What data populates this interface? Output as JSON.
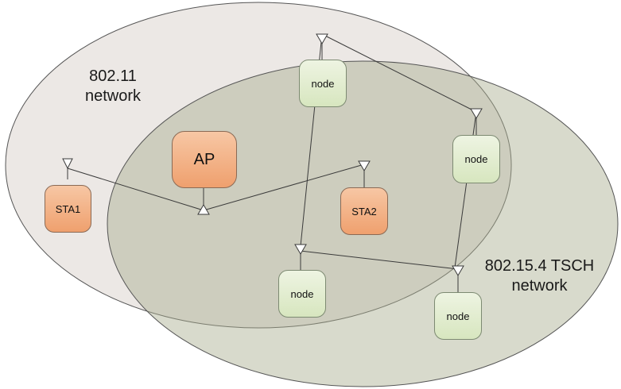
{
  "networks": {
    "wifi_label_line1": "802.11",
    "wifi_label_line2": "network",
    "tsch_label_line1": "802.15.4 TSCH",
    "tsch_label_line2": "network"
  },
  "devices": {
    "ap": "AP",
    "sta1": "STA1",
    "sta2": "STA2",
    "node": "node"
  },
  "colors": {
    "wifi_ellipse_fill": "#e9e4e0",
    "tsch_ellipse_fill": "#b3b69c",
    "device_orange": "#f0a672",
    "device_green": "#dbe8c6",
    "link_line": "#3a3a3a"
  }
}
